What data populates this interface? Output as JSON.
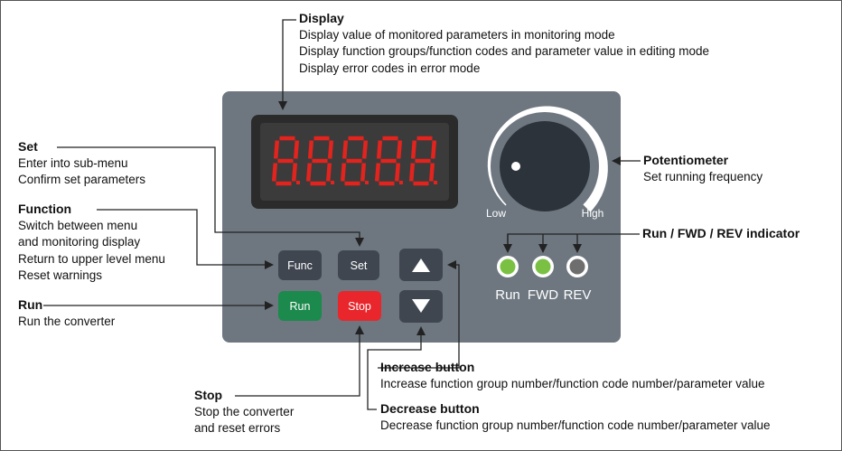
{
  "colors": {
    "panel": "#6e7780",
    "line": "#222222",
    "run_button": "#1b8a4c",
    "stop_button": "#e8262c",
    "key_dark": "#3f4650",
    "led_segment": "#e3231d",
    "led_green": "#7ac143",
    "led_off": "#6e6e6e"
  },
  "panel": {
    "seven_segment_digits": 5,
    "potentiometer": {
      "low_label": "Low",
      "high_label": "High",
      "knob_icon": "dial-knob-icon"
    },
    "buttons": {
      "func": "Func",
      "set": "Set",
      "run": "Run",
      "stop": "Stop",
      "up_icon": "triangle-up-icon",
      "down_icon": "triangle-down-icon"
    },
    "indicators": [
      {
        "label": "Run",
        "state": "on"
      },
      {
        "label": "FWD",
        "state": "on"
      },
      {
        "label": "REV",
        "state": "off"
      }
    ]
  },
  "callouts": {
    "display": {
      "title": "Display",
      "lines": [
        "Display value of monitored parameters in monitoring mode",
        "Display function groups/function codes and parameter value in editing mode",
        "Display error codes in error mode"
      ]
    },
    "set": {
      "title": "Set",
      "lines": [
        "Enter into sub-menu",
        "Confirm set parameters"
      ]
    },
    "function": {
      "title": "Function",
      "lines": [
        "Switch between menu",
        "and monitoring display",
        "Return to upper level menu",
        "Reset warnings"
      ]
    },
    "run": {
      "title": "Run",
      "lines": [
        "Run the converter"
      ]
    },
    "potentiometer": {
      "title": "Potentiometer",
      "lines": [
        "Set running frequency"
      ]
    },
    "indicator": {
      "title": "Run / FWD / REV indicator"
    },
    "increase": {
      "title": "Increase button",
      "lines": [
        "Increase function group number/function code number/parameter value"
      ]
    },
    "stop": {
      "title": "Stop",
      "lines": [
        "Stop the converter",
        "and reset errors"
      ]
    },
    "decrease": {
      "title": "Decrease button",
      "lines": [
        "Decrease function group number/function code number/parameter value"
      ]
    }
  }
}
